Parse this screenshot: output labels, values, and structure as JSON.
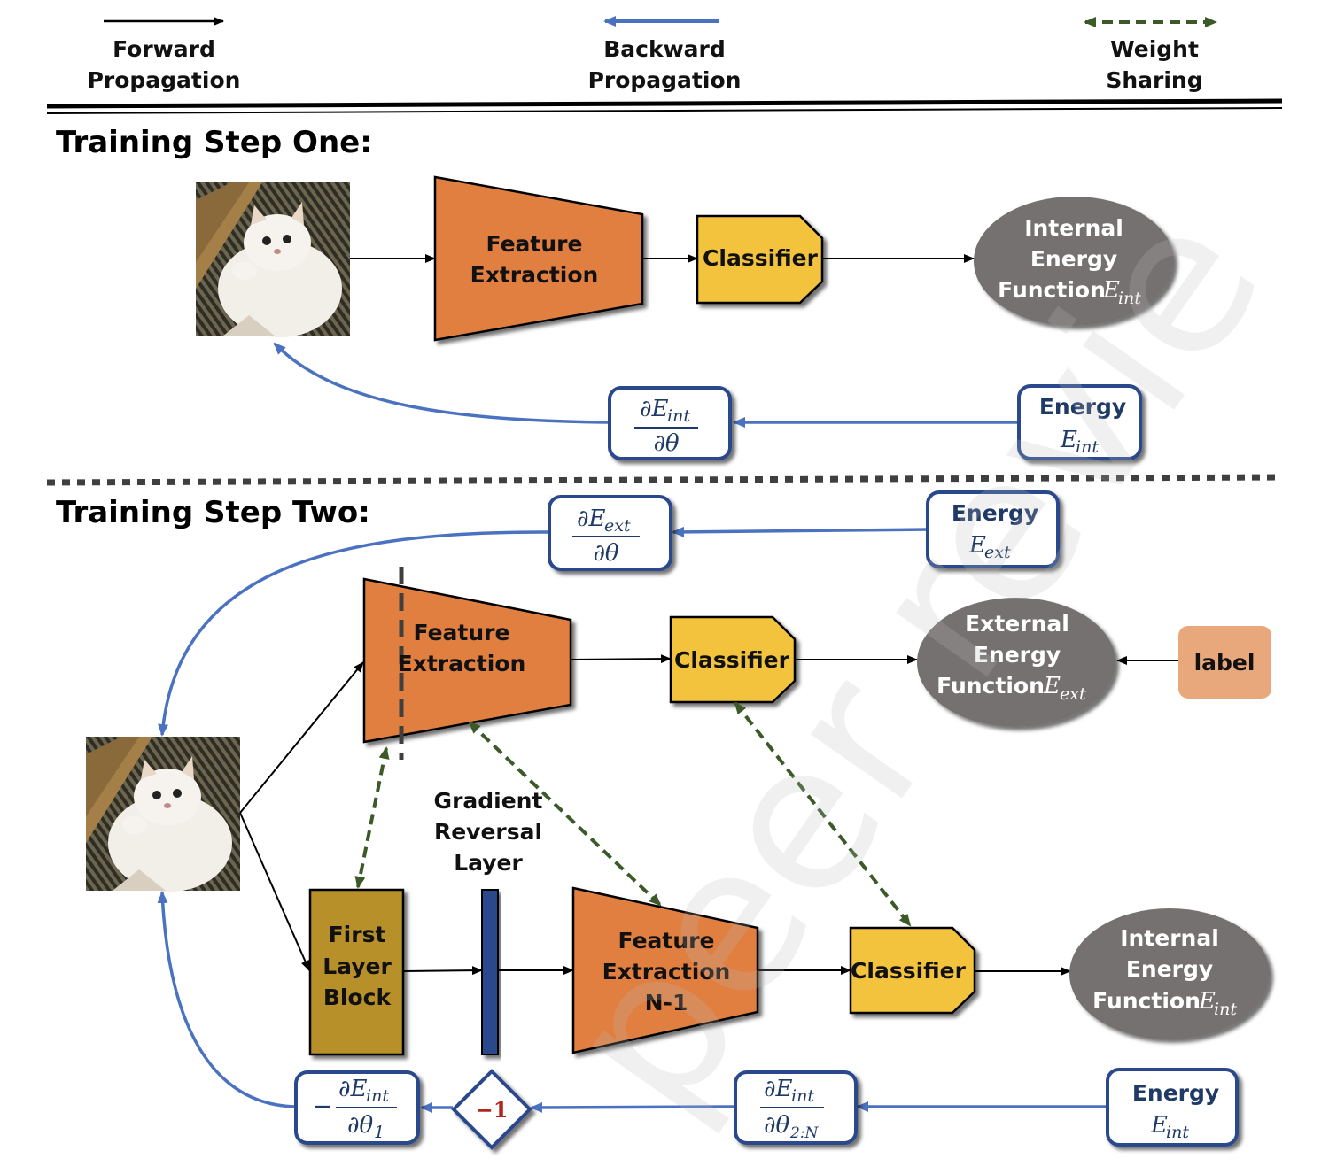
{
  "legend": {
    "forward": [
      "Forward",
      "Propagation"
    ],
    "backward": [
      "Backward",
      "Propagation"
    ],
    "weight": [
      "Weight",
      "Sharing"
    ]
  },
  "step_one": {
    "title": "Training Step One:",
    "feature_extraction": [
      "Feature",
      "Extraction"
    ],
    "classifier": "Classifier",
    "energy_function": [
      "Internal",
      "Energy",
      "Function"
    ],
    "energy_function_symbol": "E",
    "energy_function_sub": "int",
    "gradient": {
      "numerator": "∂E",
      "num_sub": "int",
      "denominator": "∂θ",
      "den_sub": ""
    },
    "energy_box": {
      "label": "Energy",
      "symbol": "E",
      "sub": "int"
    }
  },
  "step_two": {
    "title": "Training Step Two:",
    "gradient_top": {
      "numerator": "∂E",
      "num_sub": "ext",
      "denominator": "∂θ",
      "den_sub": ""
    },
    "energy_top": {
      "label": "Energy",
      "symbol": "E",
      "sub": "ext"
    },
    "feature_extraction_top": [
      "Feature",
      "Extraction"
    ],
    "classifier_top": "Classifier",
    "external_energy": [
      "External",
      "Energy",
      "Function"
    ],
    "external_symbol": "E",
    "external_sub": "ext",
    "label_box": "label",
    "grl": [
      "Gradient",
      "Reversal",
      "Layer"
    ],
    "first_layer": [
      "First",
      "Layer",
      "Block"
    ],
    "feature_extraction_bottom": [
      "Feature",
      "Extraction",
      "N-1"
    ],
    "classifier_bottom": "Classifier",
    "internal_energy": [
      "Internal",
      "Energy",
      "Function"
    ],
    "internal_symbol": "E",
    "internal_sub": "int",
    "gradient_left": {
      "prefix": "−",
      "numerator": "∂E",
      "num_sub": "int",
      "denominator": "∂θ",
      "den_sub": "1"
    },
    "reversal_factor": "−1",
    "gradient_mid": {
      "numerator": "∂E",
      "num_sub": "int",
      "denominator": "∂θ",
      "den_sub": "2:N"
    },
    "energy_bottom": {
      "label": "Energy",
      "symbol": "E",
      "sub": "int"
    }
  },
  "colors": {
    "orange": "#e07f3f",
    "yellow": "#f3c33d",
    "gray": "#767171",
    "olive": "#b8902a",
    "navy": "#2b4a8c",
    "blue_arrow": "#4a72c0",
    "green_dash": "#3b5a28",
    "label_fill": "#e8a87c"
  },
  "watermark": "peer revie"
}
